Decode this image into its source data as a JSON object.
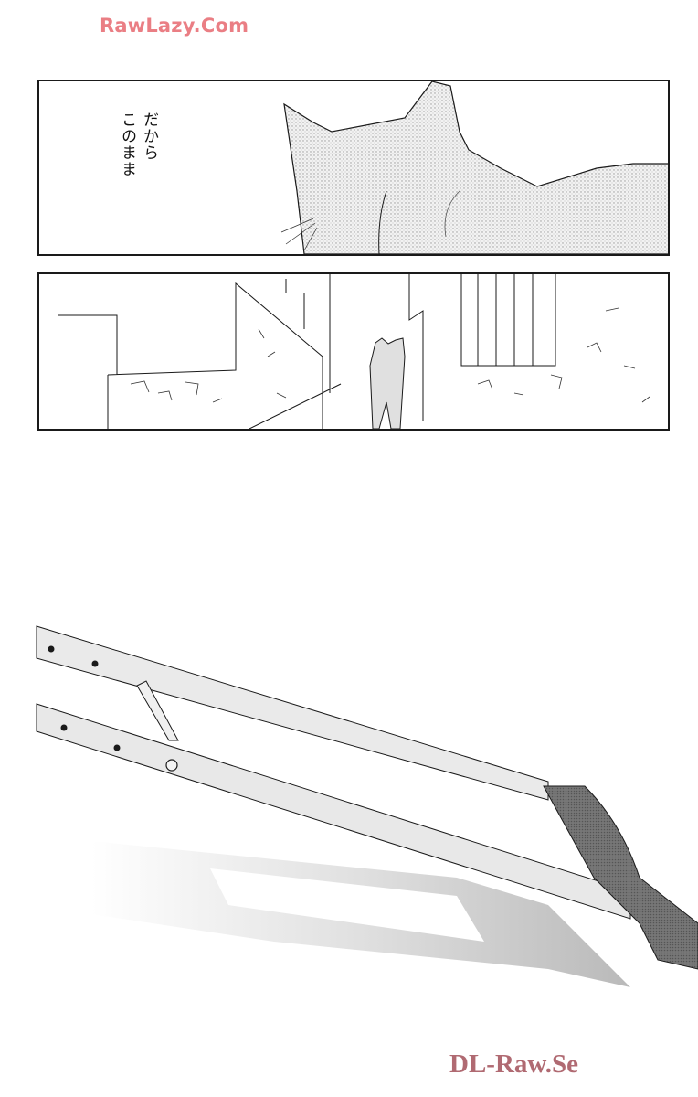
{
  "page": {
    "type": "manga page",
    "background": "#ffffff"
  },
  "watermarks": {
    "top": {
      "text": "RawLazy.Com",
      "color": "#ea7e84"
    },
    "bottom": {
      "text": "DL-Raw.Se",
      "color": "#b06a72"
    }
  },
  "panels": [
    {
      "id": "panel-1",
      "description": "Close-up of a stippled cat seen from behind",
      "dialogue": {
        "lines": [
          "だから",
          "このまま"
        ],
        "text": "だから\nこのまま"
      }
    },
    {
      "id": "panel-2",
      "description": "Cat walking away down a narrow stone-walled alley"
    }
  ],
  "illustration": {
    "description": "Wooden handles of a wheelbarrow casting a shadow"
  },
  "colors": {
    "ink": "#1a1a1a",
    "stipple": "#d8d8d8",
    "shadow": "#bdbdbd"
  }
}
